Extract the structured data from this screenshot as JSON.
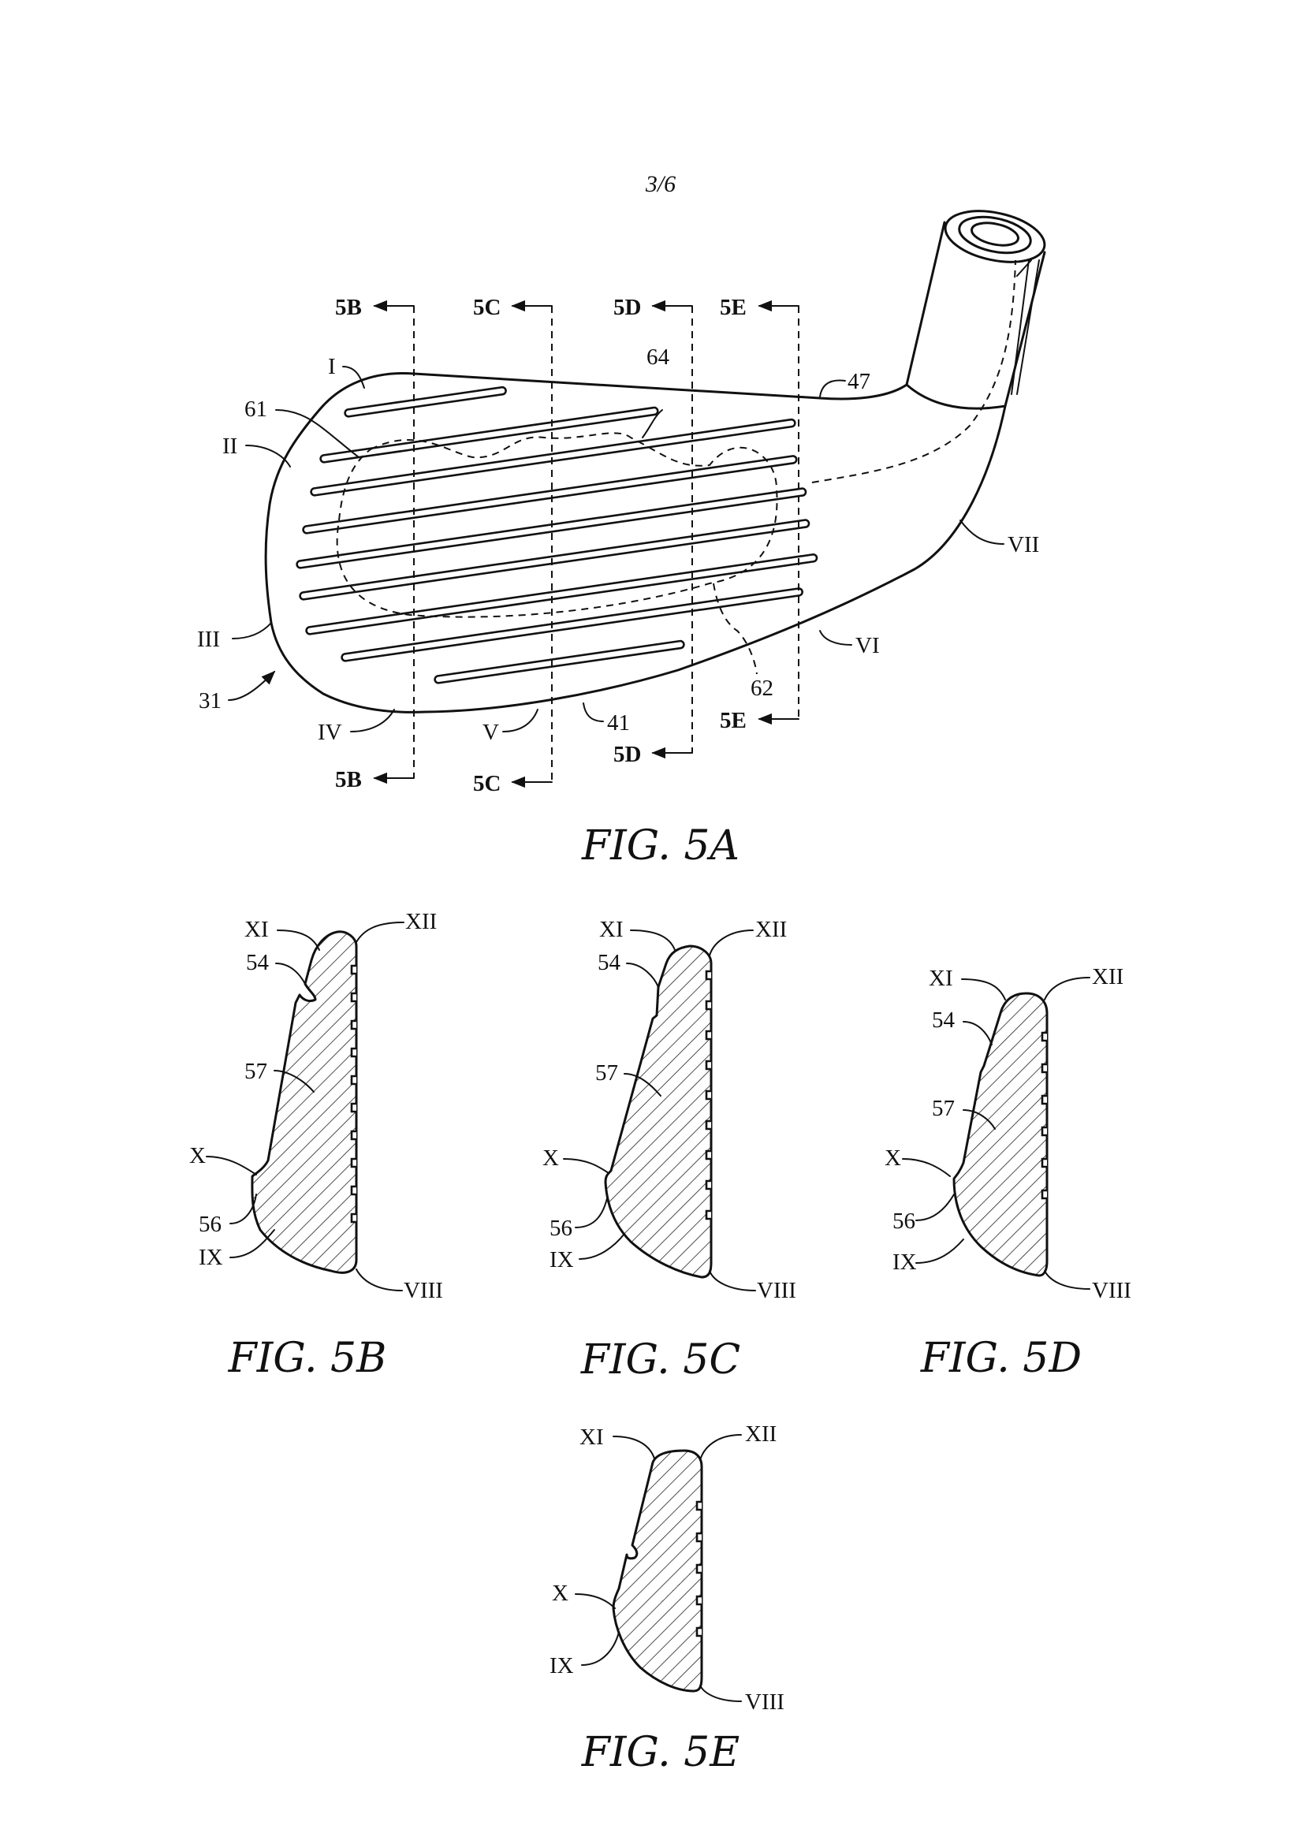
{
  "page_number": "3/6",
  "figures": {
    "fig5a": {
      "caption": "FIG. 5A",
      "section_labels": [
        "5B",
        "5C",
        "5D",
        "5E"
      ],
      "reference_labels": {
        "I": "I",
        "II": "II",
        "III": "III",
        "IV": "IV",
        "V": "V",
        "VI": "VI",
        "VII": "VII",
        "n31": "31",
        "n41": "41",
        "n47": "47",
        "n61": "61",
        "n62": "62",
        "n64": "64"
      }
    },
    "fig5b": {
      "caption": "FIG. 5B",
      "labels": {
        "XI": "XI",
        "XII": "XII",
        "n54": "54",
        "n57": "57",
        "X": "X",
        "n56": "56",
        "IX": "IX",
        "VIII": "VIII"
      }
    },
    "fig5c": {
      "caption": "FIG. 5C",
      "labels": {
        "XI": "XI",
        "XII": "XII",
        "n54": "54",
        "n57": "57",
        "X": "X",
        "n56": "56",
        "IX": "IX",
        "VIII": "VIII"
      }
    },
    "fig5d": {
      "caption": "FIG. 5D",
      "labels": {
        "XI": "XI",
        "XII": "XII",
        "n54": "54",
        "n57": "57",
        "X": "X",
        "n56": "56",
        "IX": "IX",
        "VIII": "VIII"
      }
    },
    "fig5e": {
      "caption": "FIG. 5E",
      "labels": {
        "XI": "XI",
        "XII": "XII",
        "X": "X",
        "IX": "IX",
        "VIII": "VIII"
      }
    }
  }
}
